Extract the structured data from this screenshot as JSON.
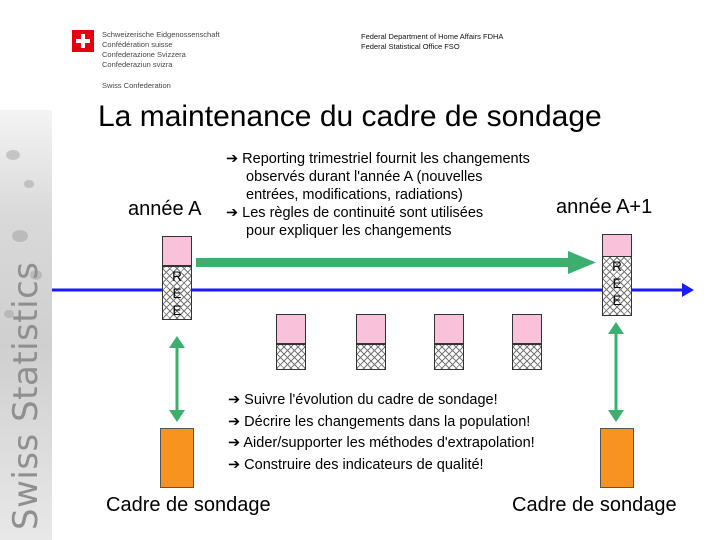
{
  "header": {
    "confederation_names": [
      "Schweizerische Eidgenossenschaft",
      "Confédération suisse",
      "Confederazione Svizzera",
      "Confederaziun svizra"
    ],
    "confederation_name_en": "Swiss Confederation",
    "department": "Federal Department of Home Affairs FDHA",
    "office": "Federal Statistical Office FSO"
  },
  "sidebar": {
    "brand": "Swiss Statistics"
  },
  "title": "La maintenance du cadre de sondage",
  "report_block": {
    "lines": [
      "➔ Reporting trimestriel fournit les changements",
      "observés durant l'année A (nouvelles",
      "entrées, modifications, radiations)",
      "➔ Les règles de continuité sont utilisées",
      "pour expliquer les changements"
    ]
  },
  "labels": {
    "annee_a": "année A",
    "annee_a1": "année A+1",
    "cadre_left": "Cadre de sondage",
    "cadre_right": "Cadre de sondage"
  },
  "ree": {
    "left": [
      "R",
      "E",
      "E"
    ],
    "right": [
      "R",
      "E",
      "E"
    ]
  },
  "bullets": [
    "➔ Suivre l'évolution du cadre de sondage!",
    "➔ Décrire les changements dans la population!",
    "➔ Aider/supporter les méthodes d'extrapolation!",
    "➔ Construire des indicateurs de qualité!"
  ],
  "colors": {
    "pink": "#f9c2da",
    "orange": "#f7931e",
    "green_arrow": "#3caf6e",
    "timeline_blue": "#1a1aff",
    "swiss_red": "#e3000f"
  },
  "icons": {
    "swiss_flag": "swiss-flag-icon",
    "arrow_bullet": "right-arrow-icon"
  }
}
